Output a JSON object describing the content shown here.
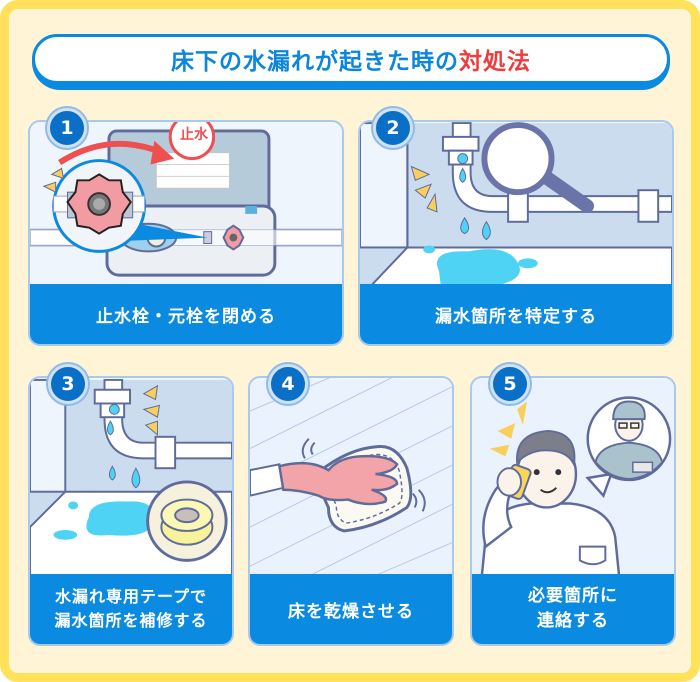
{
  "title": {
    "main": "床下の水漏れが起きた時の",
    "accent": "対処法"
  },
  "colors": {
    "frame_border": "#ffe15a",
    "frame_background": "#fff5d6",
    "primary_blue": "#0a8ae0",
    "accent_red": "#ef3b3b",
    "water": "#4fd3f5",
    "card_background": "#eef5fd"
  },
  "steps": [
    {
      "number": "1",
      "lines": [
        "止水栓・元栓を閉める"
      ],
      "badge_label": "止水",
      "icon": "water-meter-valve-icon"
    },
    {
      "number": "2",
      "lines": [
        "漏水箇所を特定する"
      ],
      "icon": "magnifier-pipe-icon"
    },
    {
      "number": "3",
      "lines": [
        "水漏れ専用テープで",
        "漏水箇所を補修する"
      ],
      "icon": "tape-roll-icon"
    },
    {
      "number": "4",
      "lines": [
        "床を乾燥させる"
      ],
      "icon": "wiping-cloth-icon"
    },
    {
      "number": "5",
      "lines": [
        "必要箇所に",
        "連絡する"
      ],
      "icon": "phone-call-icon"
    }
  ]
}
